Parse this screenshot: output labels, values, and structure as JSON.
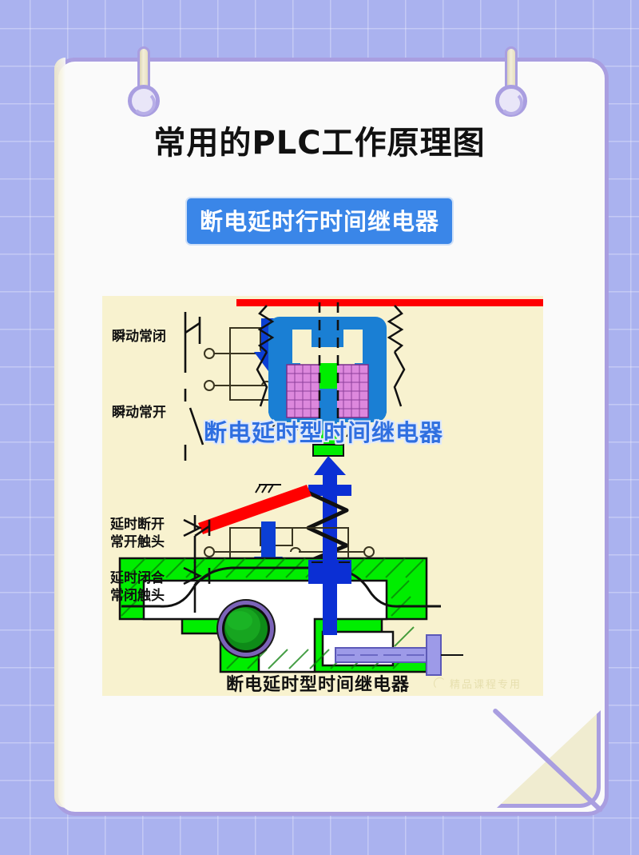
{
  "page": {
    "title": "常用的PLC工作原理图",
    "subtitle": "断电延时行时间继电器"
  },
  "theme": {
    "background": "#aab2ef",
    "grid_line": "#ffffff",
    "card_background": "#fafafa",
    "card_border": "#a99ee0",
    "ring_pin": "#f3eeda",
    "subtitle_badge": "#3a86e8",
    "diagram_background": "#f8f2cf",
    "accent_blue": "#0033cc",
    "accent_red": "#ff0000",
    "accent_green": "#00ee00",
    "coil_purple": "#dd88dd",
    "core_blue": "#1a7fd4"
  },
  "diagram": {
    "overlay_text": "断电延时型时间继电器",
    "caption": "断电延时型时间继电器",
    "watermark": "精品课程专用",
    "labels": [
      {
        "id": "instant-nc",
        "text": "瞬动常闭"
      },
      {
        "id": "instant-no",
        "text": "瞬动常开"
      },
      {
        "id": "delay-open-no",
        "text": "延时断开\n常开触头"
      },
      {
        "id": "delay-close-nc",
        "text": "延时闭合\n常闭触头"
      }
    ],
    "components": [
      {
        "id": "electromagnet-core",
        "label": "电磁铁铁芯",
        "color": "#1a7fd4"
      },
      {
        "id": "coil-left",
        "label": "线圈",
        "color": "#dd88dd"
      },
      {
        "id": "coil-right",
        "label": "线圈",
        "color": "#dd88dd"
      },
      {
        "id": "armature",
        "label": "衔铁",
        "color": "#00ee00"
      },
      {
        "id": "push-rod",
        "label": "推杆",
        "color": "#0033cc"
      },
      {
        "id": "reaction-spring",
        "label": "反作用弹簧",
        "color": "#000000"
      },
      {
        "id": "air-chamber",
        "label": "气室",
        "color": "#00ee00"
      },
      {
        "id": "diaphragm",
        "label": "橡皮膜",
        "color": "#000000"
      },
      {
        "id": "adjust-screw",
        "label": "调节螺钉",
        "color": "#9d9ae8"
      },
      {
        "id": "indicator-lamp",
        "label": "指示灯",
        "color": "#11aa22"
      },
      {
        "id": "contact-block-top",
        "label": "瞬动触头组"
      },
      {
        "id": "contact-block-bottom",
        "label": "延时触头组"
      },
      {
        "id": "power-bar",
        "label": "电源母线",
        "color": "#ff0000"
      }
    ]
  }
}
